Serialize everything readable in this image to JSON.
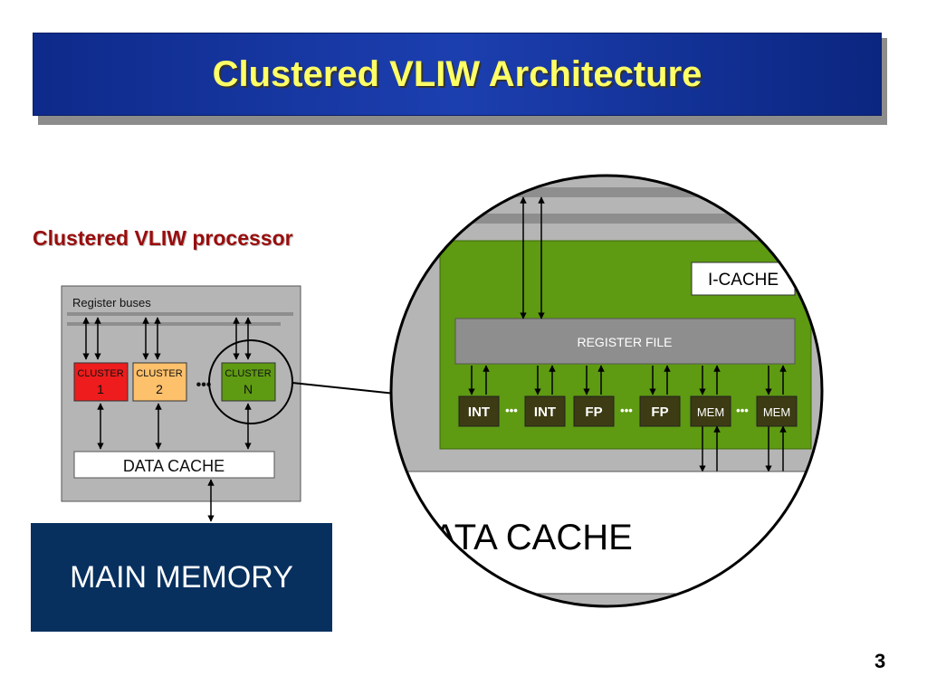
{
  "slide": {
    "title": "Clustered VLIW Architecture",
    "subtitle": "Clustered VLIW processor",
    "page_number": "3"
  },
  "processor": {
    "register_buses_label": "Register buses",
    "clusters": [
      {
        "label": "CLUSTER",
        "number": "1",
        "color": "#ee1c1c"
      },
      {
        "label": "CLUSTER",
        "number": "2",
        "color": "#fdc06b"
      },
      {
        "label": "CLUSTER",
        "number": "N",
        "color": "#5e9a12"
      }
    ],
    "ellipsis": "•••",
    "data_cache_label": "DATA CACHE"
  },
  "main_memory": {
    "label": "MAIN MEMORY",
    "color": "#07305e"
  },
  "zoom": {
    "icache_label": "I-CACHE",
    "register_file_label": "REGISTER FILE",
    "units": [
      "INT",
      "INT",
      "FP",
      "FP",
      "MEM",
      "MEM"
    ],
    "ellipsis": "•••",
    "data_cache_label": "ATA CACHE",
    "cluster_color": "#5e9a12"
  }
}
